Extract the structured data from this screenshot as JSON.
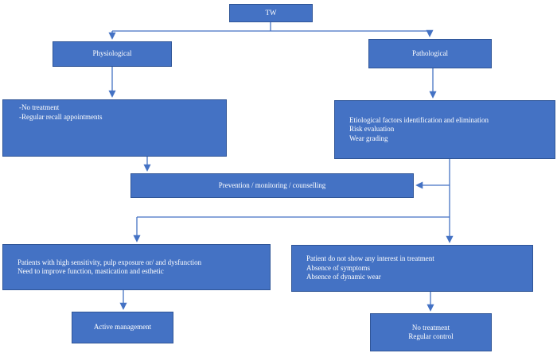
{
  "diagram": {
    "type": "flowchart",
    "colors": {
      "node_fill": "#4472C4",
      "node_border": "#2F5597",
      "connector": "#4472C4",
      "text": "#FFFFFF",
      "background": "#FFFFFF"
    },
    "nodes": {
      "tw": {
        "label": "TW"
      },
      "physiological": {
        "label": "Physiological"
      },
      "pathological": {
        "label": "Pathological"
      },
      "physio_plan": {
        "lines": [
          "-No treatment",
          "-Regular recall appointments"
        ]
      },
      "patho_plan": {
        "lines": [
          "Etiological factors identification and elimination",
          "Risk evaluation",
          "Wear grading"
        ]
      },
      "prevention": {
        "label": "Prevention / monitoring / counselling"
      },
      "active_indications": {
        "lines": [
          "Patients with high sensitivity, pulp exposure or/ and dysfunction",
          "Need to improve function, mastication and esthetic"
        ]
      },
      "no_treatment_indications": {
        "lines": [
          "Patient do not show any interest in treatment",
          "Absence of symptoms",
          "Absence of dynamic wear"
        ]
      },
      "active_management": {
        "label": "Active management"
      },
      "no_treatment": {
        "lines": [
          "No treatment",
          "Regular control"
        ]
      }
    },
    "edges": [
      "tw -> physiological",
      "tw -> pathological",
      "physiological -> physio_plan",
      "pathological -> patho_plan",
      "physio_plan -> prevention",
      "patho_plan -> prevention",
      "patho_plan -> active_indications",
      "patho_plan -> no_treatment_indications",
      "active_indications -> active_management",
      "no_treatment_indications -> no_treatment"
    ]
  }
}
